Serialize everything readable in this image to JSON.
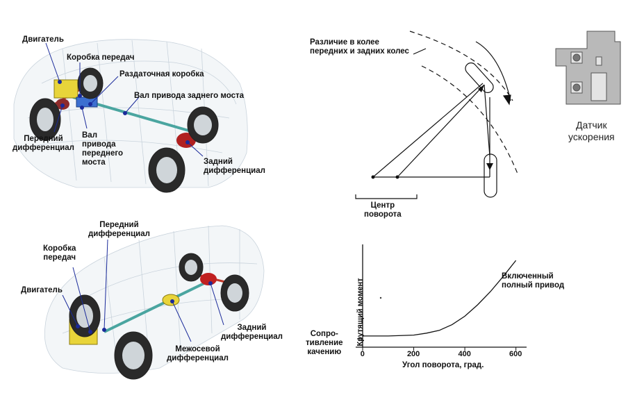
{
  "car1": {
    "engine": "Двигатель",
    "gearbox": "Коробка передач",
    "transfer_case": "Раздаточная коробка",
    "rear_shaft": "Вал привода заднего моста",
    "front_diff_1": "Передний",
    "front_diff_2": "дифференциал",
    "front_shaft_1": "Вал",
    "front_shaft_2": "привода",
    "front_shaft_3": "переднего",
    "front_shaft_4": "моста",
    "rear_diff_1": "Задний",
    "rear_diff_2": "дифференциал"
  },
  "car2": {
    "front_diff_1": "Передний",
    "front_diff_2": "дифференциал",
    "gearbox_1": "Коробка",
    "gearbox_2": "передач",
    "engine": "Двигатель",
    "rear_diff_1": "Задний",
    "rear_diff_2": "дифференциал",
    "center_diff_1": "Межосевой",
    "center_diff_2": "дифференциал"
  },
  "turning": {
    "track_diff_1": "Различие в колее",
    "track_diff_2": "передних и задних колес",
    "center_1": "Центр",
    "center_2": "поворота"
  },
  "sensor": {
    "label_1": "Датчик",
    "label_2": "ускорения"
  },
  "chart_data": {
    "type": "line",
    "ylabel": "Крутящий момент",
    "xlabel": "Угол поворота, град.",
    "x_ticks": [
      0,
      200,
      400,
      600
    ],
    "xlim": [
      0,
      620
    ],
    "ylim": [
      0,
      10
    ],
    "y_annotation_1": "Сопро-",
    "y_annotation_2": "тивление",
    "y_annotation_3": "качению",
    "series": [
      {
        "name_1": "Включенный",
        "name_2": "полный привод",
        "x": [
          0,
          100,
          200,
          250,
          300,
          350,
          400,
          450,
          500,
          550,
          600
        ],
        "y": [
          0.3,
          0.3,
          0.4,
          0.6,
          0.9,
          1.5,
          2.4,
          3.6,
          5.0,
          6.6,
          8.3
        ]
      }
    ]
  }
}
